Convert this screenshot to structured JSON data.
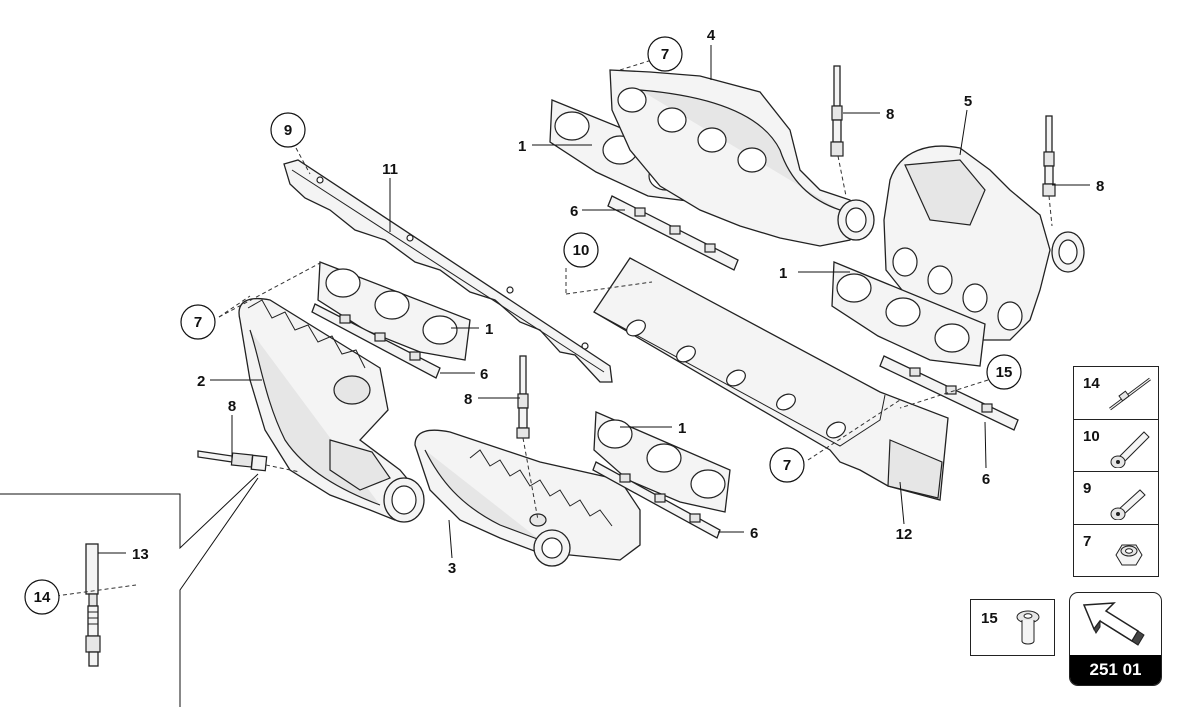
{
  "diagram": {
    "callouts": {
      "c1a": "1",
      "c1b": "1",
      "c1c": "1",
      "c1d": "1",
      "c2": "2",
      "c3": "3",
      "c4": "4",
      "c5": "5",
      "c6a": "6",
      "c6b": "6",
      "c6c": "6",
      "c6d": "6",
      "c7a": "7",
      "c7b": "7",
      "c7c": "7",
      "c8a": "8",
      "c8b": "8",
      "c8c": "8",
      "c8d": "8",
      "c9": "9",
      "c10": "10",
      "c11": "11",
      "c12": "12",
      "c13": "13",
      "c14": "14",
      "c15": "15"
    },
    "legend": [
      "14",
      "10",
      "9",
      "7"
    ],
    "box15": "15",
    "page_code": "251 01"
  }
}
